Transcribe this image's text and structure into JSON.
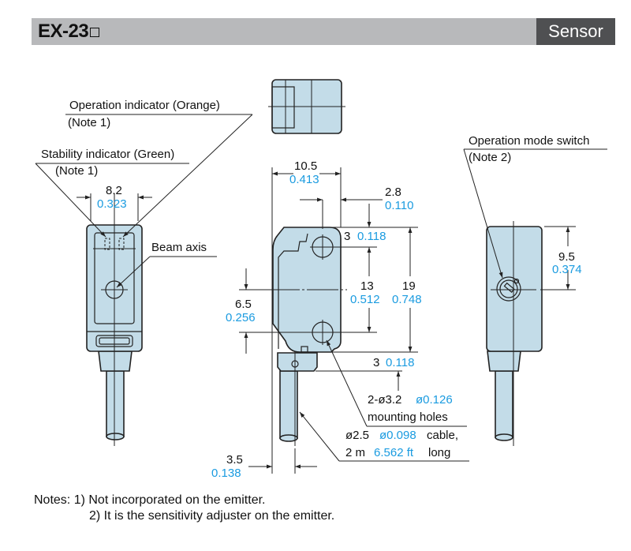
{
  "header": {
    "model": "EX-23",
    "model_suffix_symbol": "□",
    "category": "Sensor"
  },
  "colors": {
    "header_bg": "#b8b9bb",
    "category_bg": "#4f5052",
    "inch_text": "#1a9be0",
    "body_fill": "#c3dce8"
  },
  "diagram": {
    "left_view": {
      "operation_indicator": "Operation indicator (Orange)",
      "operation_indicator_note": "(Note 1)",
      "stability_indicator": "Stability indicator (Green)",
      "stability_indicator_note": "(Note 1)",
      "width_mm": "8.2",
      "width_in": "0.323",
      "beam_axis": "Beam axis"
    },
    "side_view": {
      "width_mm": "10.5",
      "width_in": "0.413",
      "offset_mm": "2.8",
      "offset_in": "0.110",
      "top_hole_mm": "3",
      "top_hole_in": "0.118",
      "hole_pitch_mm": "13",
      "hole_pitch_in": "0.512",
      "height_mm": "19",
      "height_in": "0.748",
      "beam_height_mm": "6.5",
      "beam_height_in": "0.256",
      "bottom_hole_mm": "3",
      "bottom_hole_in": "0.118",
      "holes_mm": "2-ø3.2",
      "holes_in": "ø0.126",
      "holes_label": "mounting holes",
      "cable_mm": "ø2.5",
      "cable_in": "ø0.098",
      "cable_suffix": "cable,",
      "cable_length_m": "2 m",
      "cable_length_ft": "6.562 ft",
      "cable_length_suffix": "long",
      "cable_offset_mm": "3.5",
      "cable_offset_in": "0.138"
    },
    "right_view": {
      "switch_label": "Operation mode switch",
      "switch_note": "(Note 2)",
      "switch_pos_mm": "9.5",
      "switch_pos_in": "0.374"
    }
  },
  "notes": {
    "line1": "Notes: 1) Not incorporated on the emitter.",
    "line2": "2) It is the sensitivity adjuster on the emitter."
  }
}
